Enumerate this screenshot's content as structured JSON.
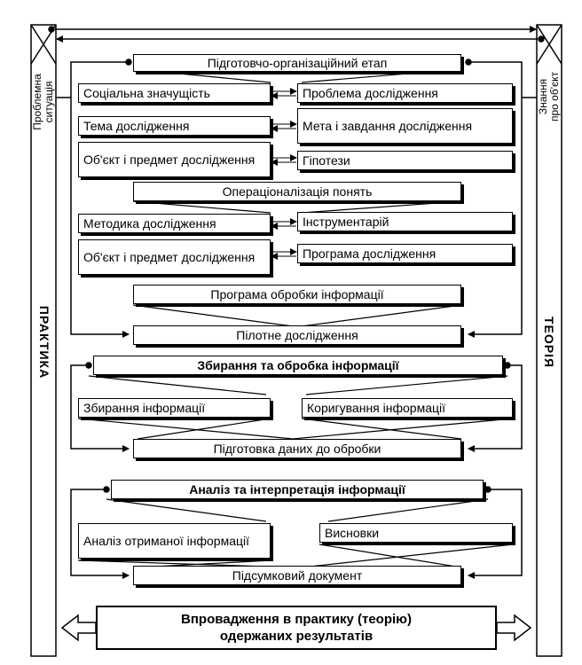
{
  "sides": {
    "left_title": "ПРАКТИКА",
    "right_title": "ТЕОРІЯ",
    "left_top_line1": "Проблемна",
    "left_top_line2": "ситуація",
    "right_top_line1": "Знання",
    "right_top_line2": "про об'єкт"
  },
  "stages": {
    "prep": "Підготовчо-організаційний етап",
    "operationalization": "Операціоналізація понять",
    "processing_program": "Програма обробки інформації",
    "pilot": "Пілотне дослідження",
    "collection": "Збирання та обробка інформації",
    "data_prep": "Підготовка даних до обробки",
    "analysis": "Аналіз та інтерпретація інформації",
    "final_doc": "Підсумковий документ",
    "implementation_line1": "Впровадження в практику (теорію)",
    "implementation_line2": "одержаних результатів"
  },
  "left_boxes": {
    "social": "Соціальна значущість",
    "topic": "Тема дослідження",
    "object1": "Об'єкт і предмет дослідження",
    "methodology": "Методика дослідження",
    "object2": "Об'єкт і предмет дослідження",
    "info_collection": "Збирання інформації",
    "analysis_received": "Аналіз отриманої інформації"
  },
  "right_boxes": {
    "problem": "Проблема дослідження",
    "goal": "Мета і завдання дослідження",
    "hypotheses": "Гіпотези",
    "instruments": "Інструментарій",
    "program": "Програма дослідження",
    "correction": "Коригування інформації",
    "conclusions": "Висновки"
  }
}
